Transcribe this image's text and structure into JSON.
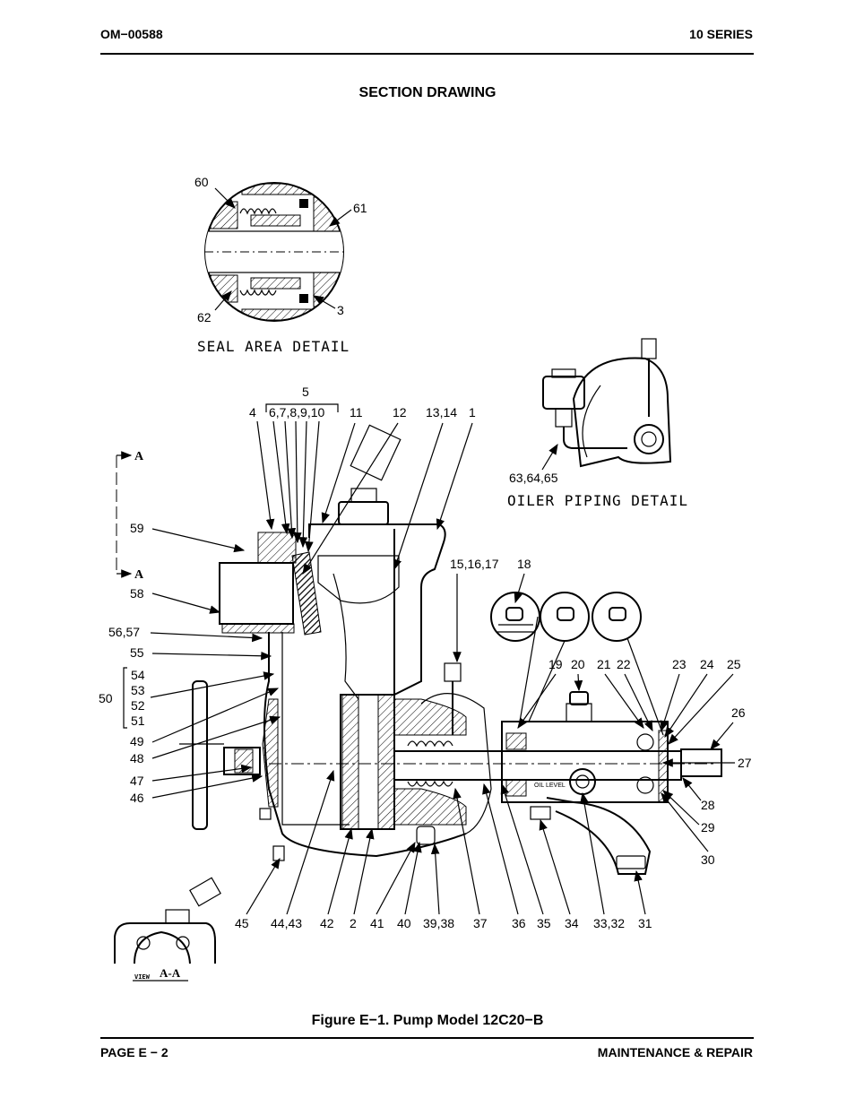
{
  "header": {
    "doc_number": "OM−00588",
    "series": "10 SERIES"
  },
  "section_title": "SECTION DRAWING",
  "details": {
    "seal_area": "SEAL AREA DETAIL",
    "oiler_piping": "OILER PIPING DETAIL",
    "view_prefix": "VIEW",
    "view_name": "A-A",
    "section_mark": "A",
    "oil_level": "OIL LEVEL"
  },
  "callouts": {
    "c60": "60",
    "c61": "61",
    "c62": "62",
    "c3": "3",
    "c5": "5",
    "c4": "4",
    "c6789_10": "6,7,8,9,10",
    "c11": "11",
    "c12": "12",
    "c13_14": "13,14",
    "c1": "1",
    "c63_65": "63,64,65",
    "c59": "59",
    "c58": "58",
    "c56_57": "56,57",
    "c55": "55",
    "c54": "54",
    "c53": "53",
    "c52": "52",
    "c51": "51",
    "c50": "50",
    "c49": "49",
    "c48": "48",
    "c47": "47",
    "c46": "46",
    "c15_17": "15,16,17",
    "c18": "18",
    "c19": "19",
    "c20": "20",
    "c21": "21",
    "c22": "22",
    "c23": "23",
    "c24": "24",
    "c25": "25",
    "c26": "26",
    "c27": "27",
    "c28": "28",
    "c29": "29",
    "c30": "30",
    "c45": "45",
    "c44_43": "44,43",
    "c42": "42",
    "c2": "2",
    "c41": "41",
    "c40": "40",
    "c39_38": "39,38",
    "c37": "37",
    "c36": "36",
    "c35": "35",
    "c34": "34",
    "c33_32": "33,32",
    "c31": "31"
  },
  "caption": "Figure E−1.  Pump Model 12C20−B",
  "footer": {
    "page": "PAGE E − 2",
    "section": "MAINTENANCE & REPAIR"
  }
}
